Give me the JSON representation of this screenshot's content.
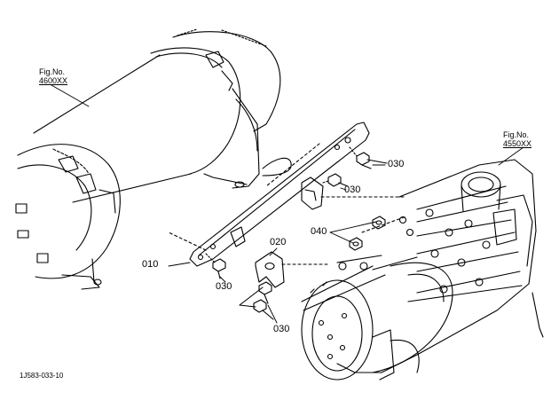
{
  "figure_refs": [
    {
      "title": "Fig.No.",
      "number": "4600XX"
    },
    {
      "title": "Fig.No.",
      "number": "4550XX"
    }
  ],
  "callouts": {
    "c010": "010",
    "c020": "020",
    "c030a": "030",
    "c030b": "030",
    "c030c": "030",
    "c030d": "030",
    "c040": "040"
  },
  "drawing_code": "1J583-033-10"
}
